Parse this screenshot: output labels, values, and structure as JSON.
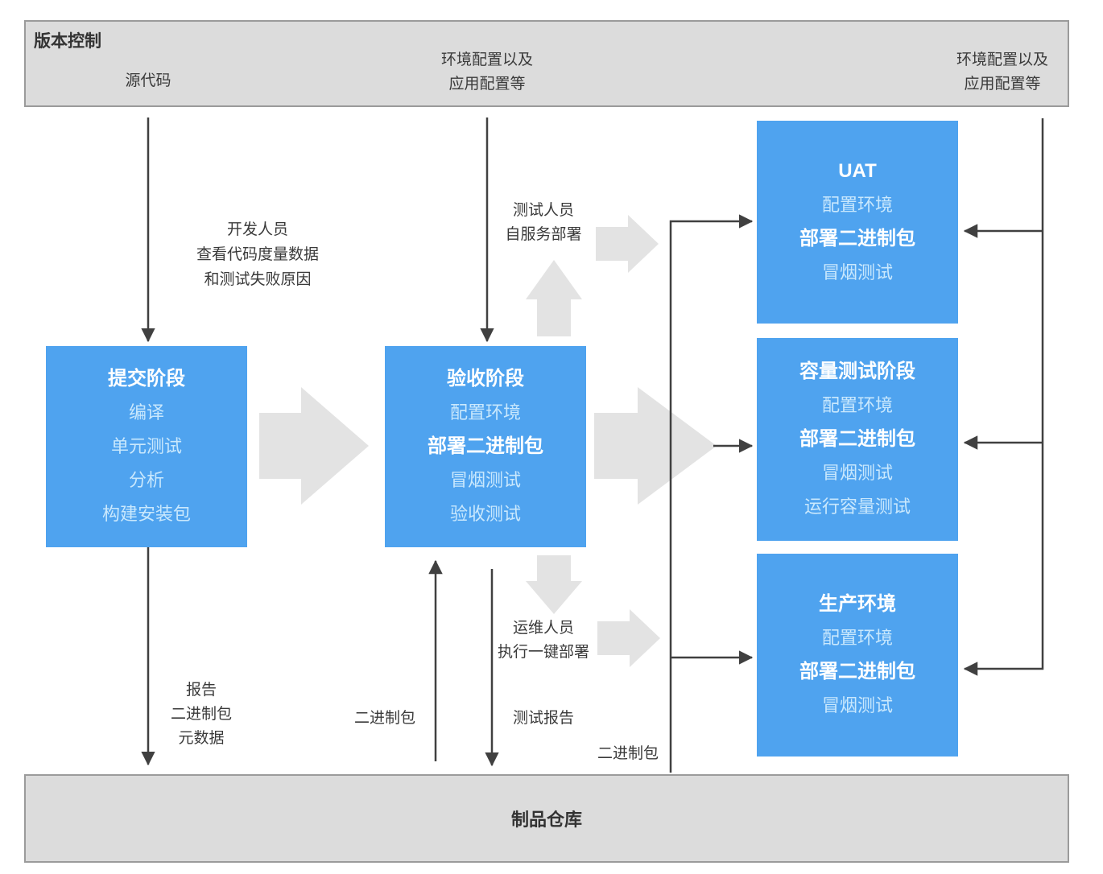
{
  "colors": {
    "stage_blue": "#4FA3EF",
    "bar_gray": "#DCDCDC",
    "bar_border": "#9B9B9B",
    "block_arrow_gray": "#E3E3E3",
    "line_dark": "#404040",
    "label_text": "#3A3A3A",
    "stage_step_text": "#C9E8FD",
    "stage_title_text": "#FFFFFF"
  },
  "top_bar": {
    "title": "版本控制",
    "source_code_label": "源代码",
    "env_config_mid_label": "环境配置以及\n应用配置等",
    "env_config_right_label": "环境配置以及\n应用配置等"
  },
  "bottom_bar": {
    "title": "制品仓库"
  },
  "stages": {
    "commit": {
      "lines": [
        "提交阶段",
        "编译",
        "单元测试",
        "分析",
        "构建安装包"
      ]
    },
    "acceptance": {
      "lines": [
        "验收阶段",
        "配置环境",
        "部署二进制包",
        "冒烟测试",
        "验收测试"
      ]
    },
    "uat": {
      "lines": [
        "UAT",
        "配置环境",
        "部署二进制包",
        "冒烟测试"
      ]
    },
    "capacity": {
      "lines": [
        "容量测试阶段",
        "配置环境",
        "部署二进制包",
        "冒烟测试",
        "运行容量测试"
      ]
    },
    "production": {
      "lines": [
        "生产环境",
        "配置环境",
        "部署二进制包",
        "冒烟测试"
      ]
    }
  },
  "flow_labels": {
    "developer": "开发人员\n查看代码度量数据\n和测试失败原因",
    "tester": "测试人员\n自服务部署",
    "ops": "运维人员\n执行一键部署",
    "commit_outputs": "报告\n二进制包\n元数据",
    "binary_up": "二进制包",
    "test_report": "测试报告",
    "binary_down": "二进制包"
  }
}
